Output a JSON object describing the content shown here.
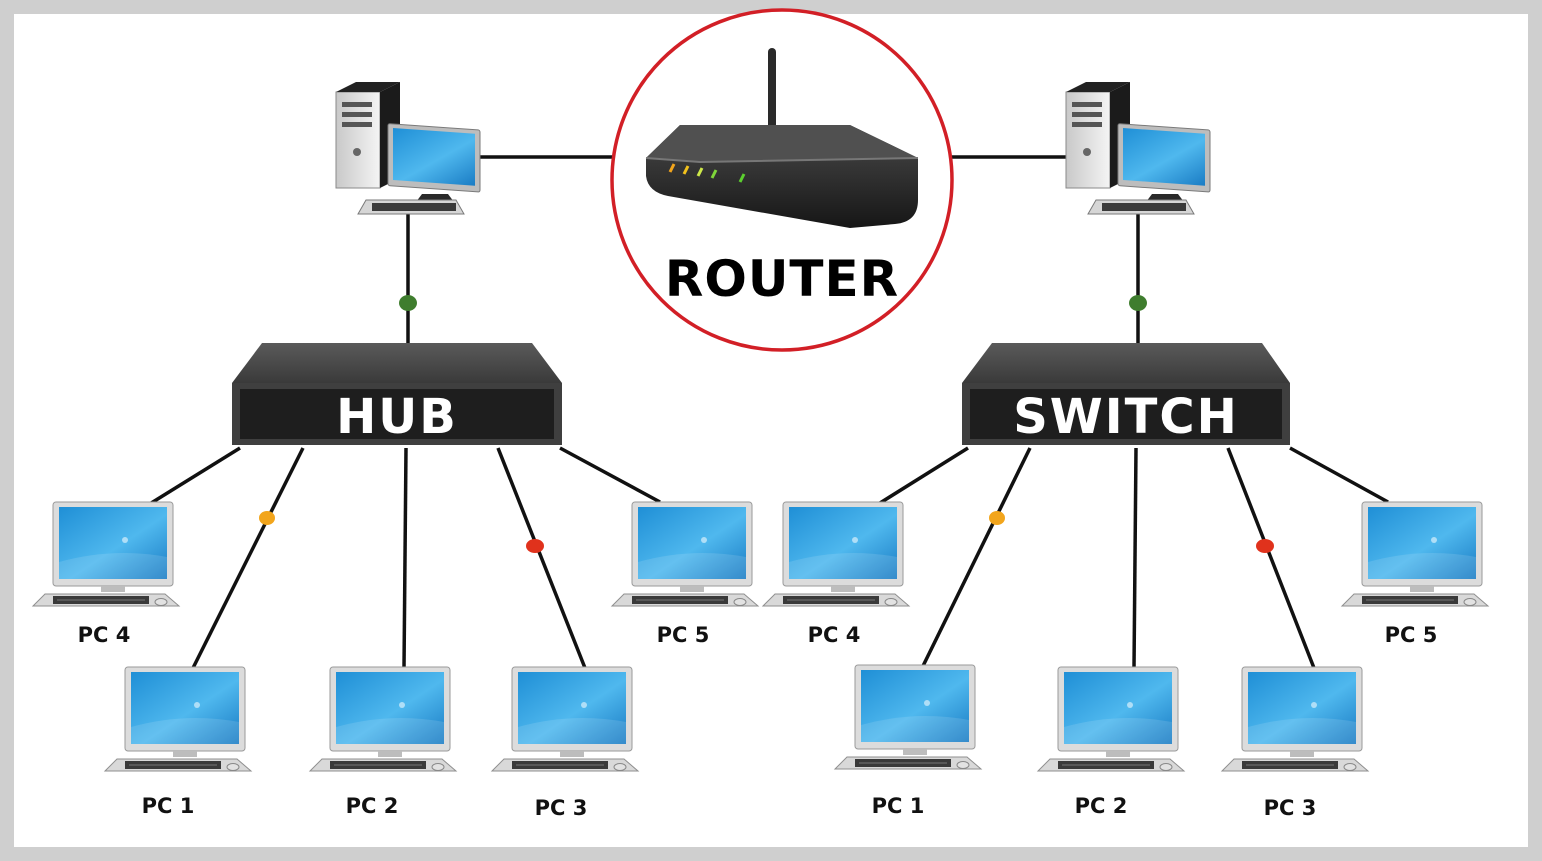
{
  "router": {
    "label": "ROUTER",
    "ring_color": "#d21f26"
  },
  "hub": {
    "label": "HUB",
    "pcs": [
      "PC 1",
      "PC 2",
      "PC 3",
      "PC 4",
      "PC 5"
    ]
  },
  "switch": {
    "label": "SWITCH",
    "pcs": [
      "PC 1",
      "PC 2",
      "PC 3",
      "PC 4",
      "PC 5"
    ]
  },
  "colors": {
    "cable": "#111111",
    "box": "#3f3f3f",
    "box_face": "#1e1e1e",
    "screen": "#2b9fe0",
    "dot_green": "#3f7d2e",
    "dot_orange": "#f2a51c",
    "dot_red": "#e0321c"
  },
  "icons": {
    "server": "desktop-tower-icon",
    "pc": "computer-monitor-icon",
    "router": "wifi-router-icon"
  }
}
